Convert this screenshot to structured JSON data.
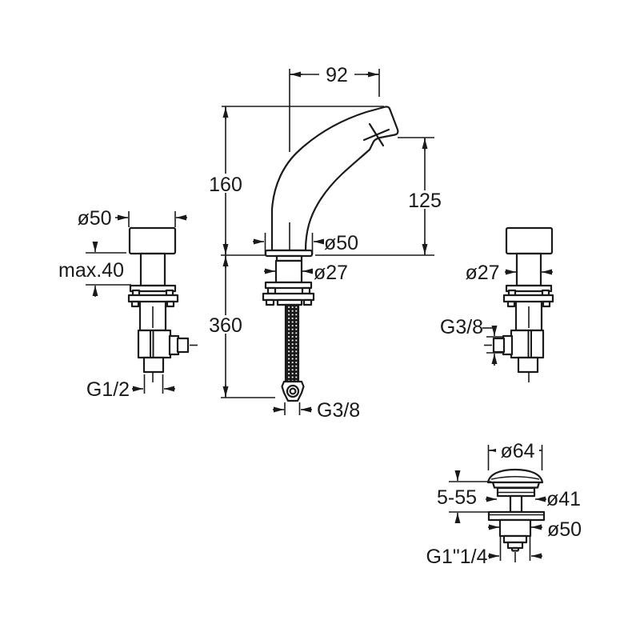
{
  "drawing": {
    "subject": "three-hole basin mixer faucet with pop-up waste - dimensional drawing",
    "background": "#ffffff",
    "line_color": "#1a1a1a",
    "spout": {
      "reach": "92",
      "height": "160",
      "outlet_height": "125",
      "base_diameter": "ø50",
      "shank_diameter": "ø27",
      "hose_length": "360",
      "hose_thread": "G3/8"
    },
    "left_valve": {
      "handle_diameter": "ø50",
      "max_deck_thickness": "max.40",
      "inlet_thread": "G1/2"
    },
    "right_valve": {
      "shank_diameter": "ø27",
      "outlet_thread": "G3/8"
    },
    "drain": {
      "cap_diameter": "ø64",
      "height_range": "5-55",
      "plug_diameter": "ø41",
      "body_diameter": "ø50",
      "thread": "G1\"1/4"
    }
  }
}
